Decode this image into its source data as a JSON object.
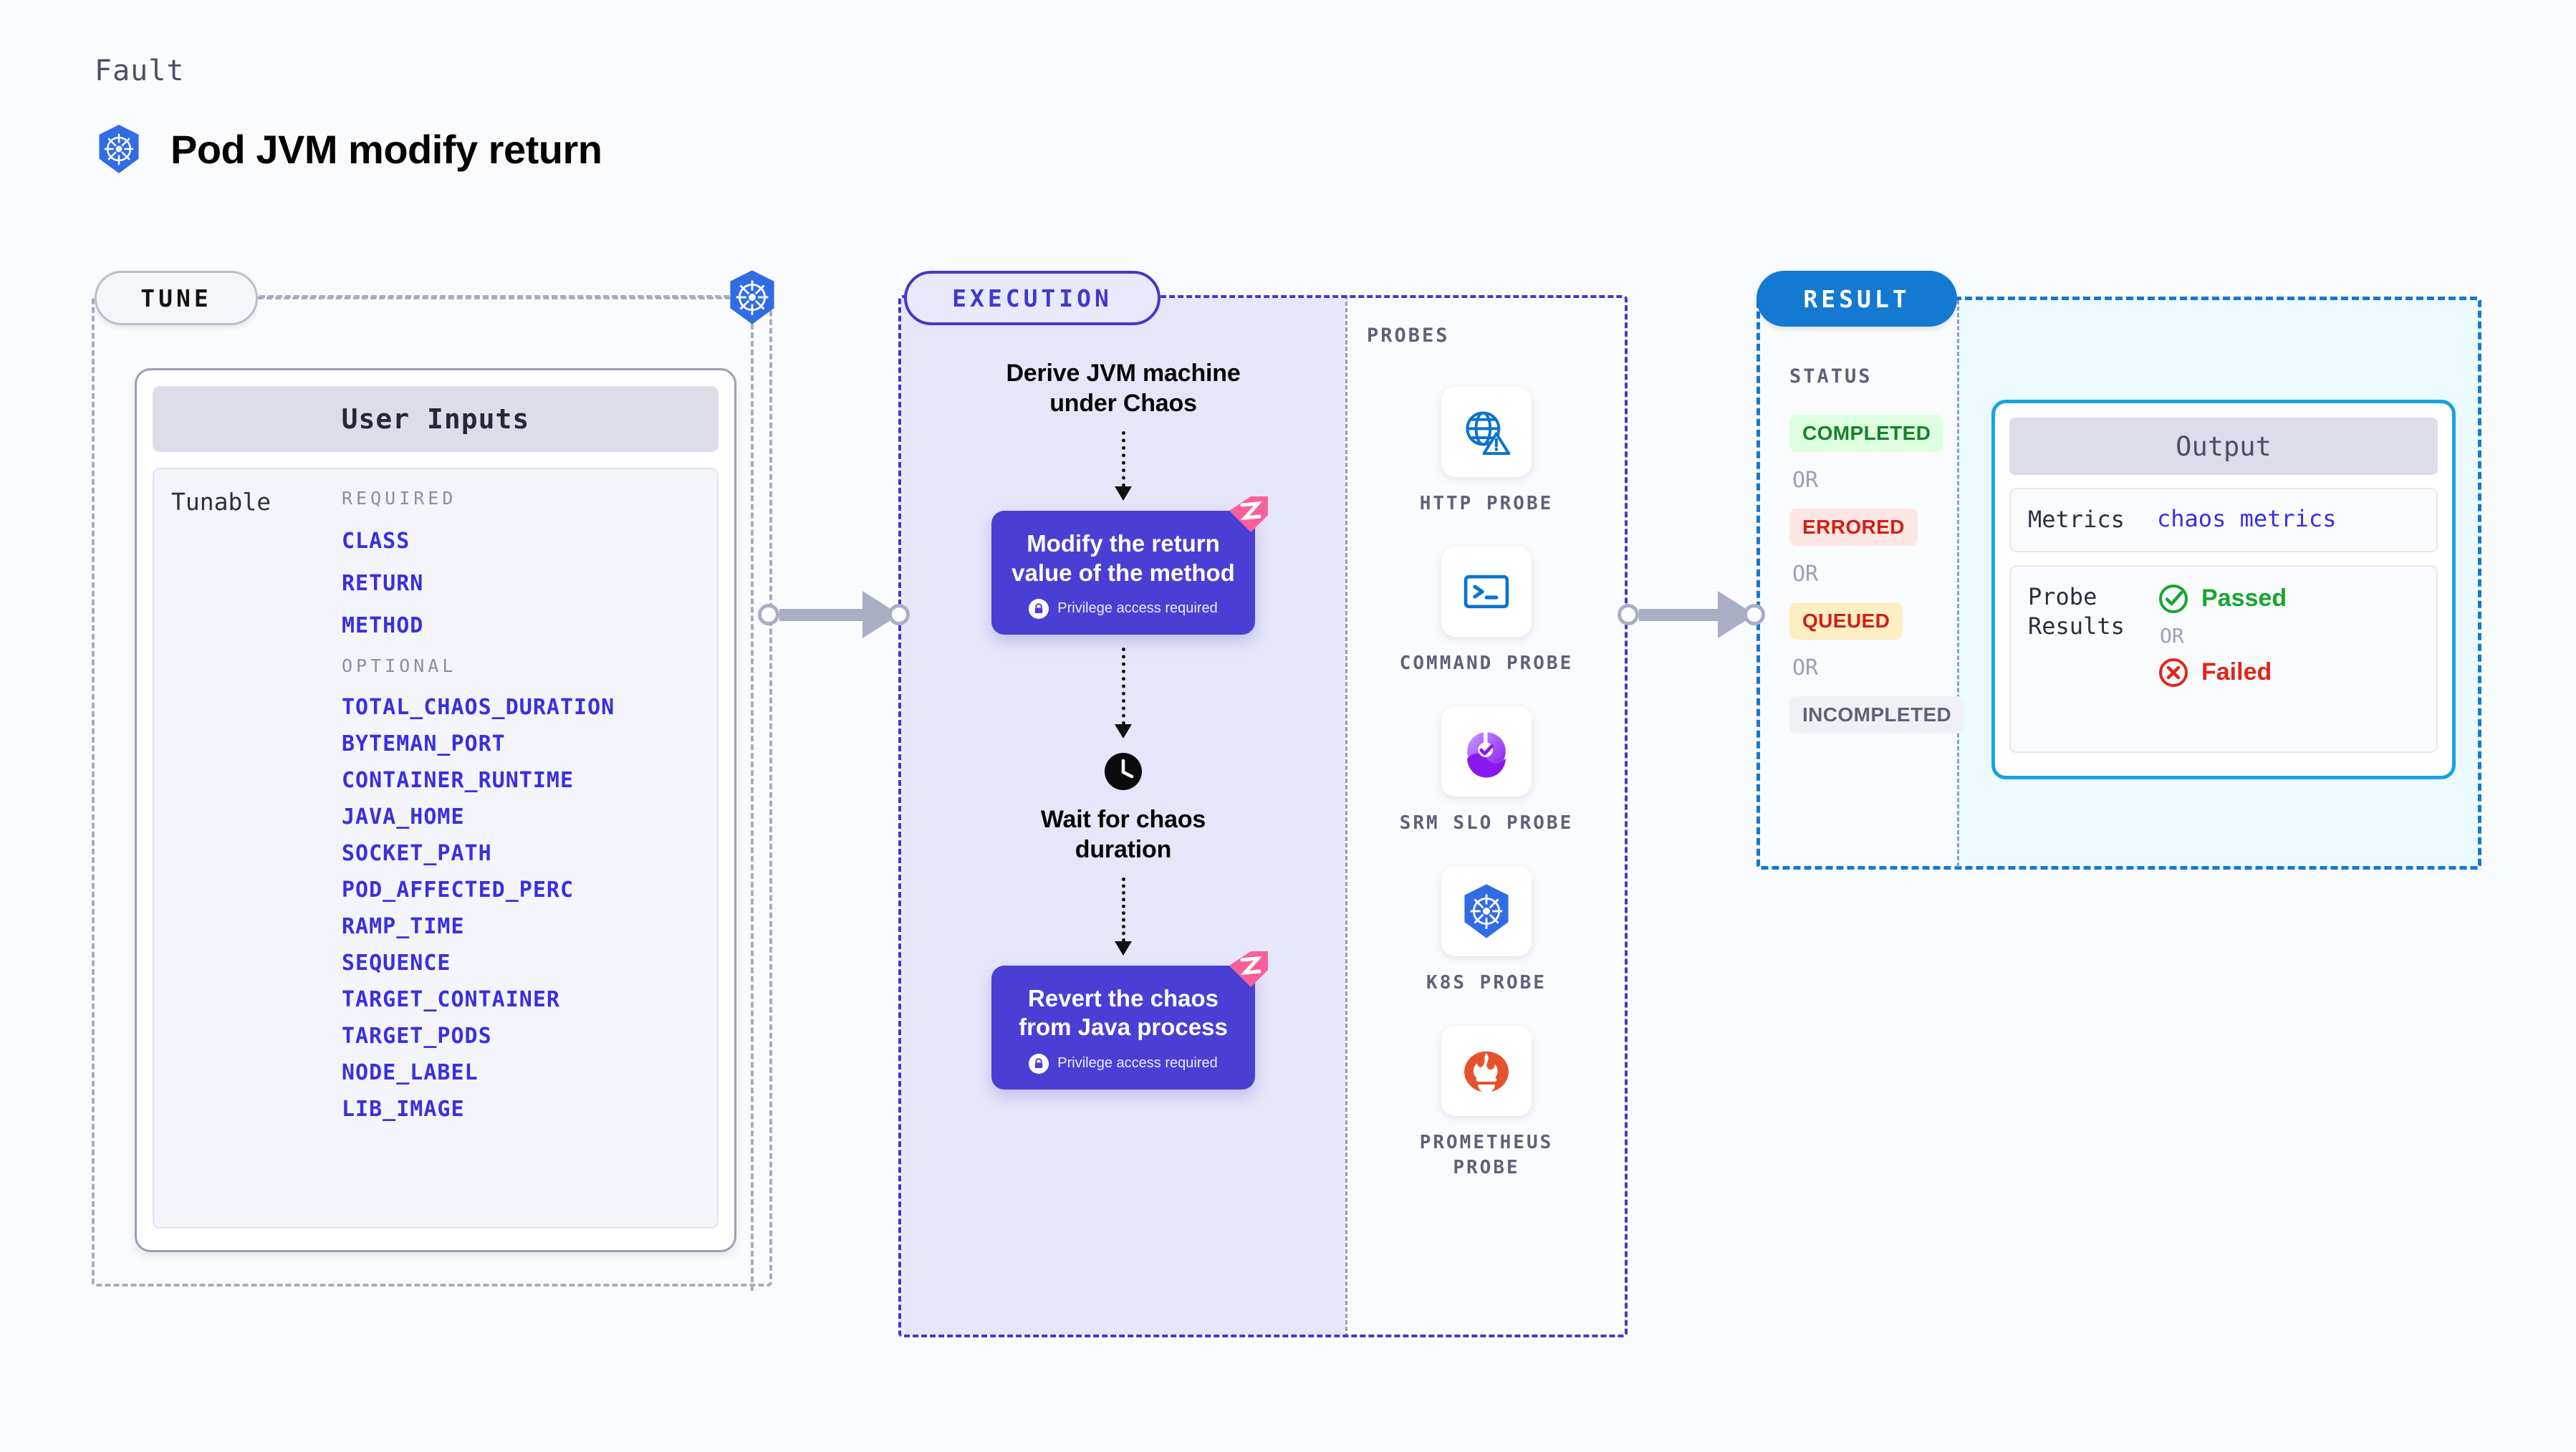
{
  "header": {
    "kicker": "Fault",
    "title": "Pod JVM modify return",
    "icon": "kubernetes-icon"
  },
  "stages": {
    "tune": {
      "chip_label": "TUNE",
      "k8s_icon": "kubernetes-icon"
    },
    "execution": {
      "chip_label": "EXECUTION"
    },
    "probes": {
      "title": "PROBES"
    },
    "result": {
      "chip_label": "RESULT"
    }
  },
  "user_inputs": {
    "card_title": "User Inputs",
    "row_label": "Tunable",
    "required_title": "REQUIRED",
    "required": [
      "CLASS",
      "RETURN",
      "METHOD"
    ],
    "optional_title": "OPTIONAL",
    "optional": [
      "TOTAL_CHAOS_DURATION",
      "BYTEMAN_PORT",
      "CONTAINER_RUNTIME",
      "JAVA_HOME",
      "SOCKET_PATH",
      "POD_AFFECTED_PERC",
      "RAMP_TIME",
      "SEQUENCE",
      "TARGET_CONTAINER",
      "TARGET_PODS",
      "NODE_LABEL",
      "LIB_IMAGE"
    ]
  },
  "execution_steps": {
    "step1_text": "Derive JVM machine under Chaos",
    "step2_title": "Modify the return value of the method",
    "step2_note": "Privilege access required",
    "step3_text": "Wait for chaos duration",
    "step3_icon": "clock-icon",
    "step4_title": "Revert the chaos from Java process",
    "step4_note": "Privilege access required",
    "badge_icon": "litmus-flag-icon"
  },
  "probes": [
    {
      "label": "HTTP PROBE",
      "icon": "globe-warning-icon"
    },
    {
      "label": "COMMAND PROBE",
      "icon": "terminal-icon"
    },
    {
      "label": "SRM SLO PROBE",
      "icon": "srm-slo-icon"
    },
    {
      "label": "K8S PROBE",
      "icon": "kubernetes-icon"
    },
    {
      "label": "PROMETHEUS PROBE",
      "icon": "prometheus-icon"
    }
  ],
  "status": {
    "title": "STATUS",
    "or_label": "OR",
    "items": [
      {
        "label": "COMPLETED",
        "bg": "#deffdf",
        "fg": "#14822a"
      },
      {
        "label": "ERRORED",
        "bg": "#fde6e4",
        "fg": "#ce2116"
      },
      {
        "label": "QUEUED",
        "bg": "#fdeec3",
        "fg": "#ce2116"
      },
      {
        "label": "INCOMPLETED",
        "bg": "#f0f1f6",
        "fg": "#5d6377"
      }
    ]
  },
  "output": {
    "card_title": "Output",
    "metrics_key": "Metrics",
    "metrics_value": "chaos metrics",
    "probe_results_key": "Probe Results",
    "passed_label": "Passed",
    "failed_label": "Failed",
    "or_label": "OR",
    "passed_icon": "check-circle-icon",
    "failed_icon": "x-circle-icon"
  },
  "colors": {
    "accent_purple": "#4a3fd4",
    "accent_blue": "#1479d1",
    "cyan": "#17a3e0",
    "param_blue": "#3a2fe0",
    "pink": "#f95f9b",
    "canvas": "#fafbfd"
  }
}
